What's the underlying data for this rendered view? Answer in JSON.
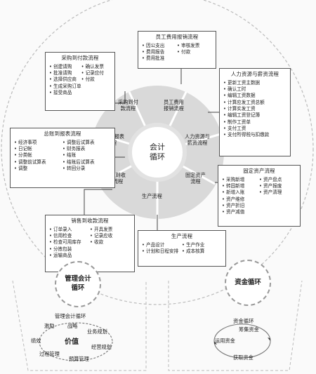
{
  "hub": {
    "line1": "会计",
    "line2": "循环"
  },
  "wheel": {
    "purchase": [
      "采购到付",
      "款流程"
    ],
    "expense": [
      "员工费用",
      "报销流程"
    ],
    "hr": [
      "人力资源与",
      "薪资流程"
    ],
    "asset": [
      "固定资产",
      "流程"
    ],
    "production": [
      "生产流程"
    ],
    "sales": [
      "销售到收",
      "款流程"
    ],
    "report": [
      "总账到报表",
      "流程"
    ]
  },
  "boxes": {
    "expense": {
      "title": "员工费用报销流程",
      "col1": [
        "因公支出",
        "费用报告",
        "费用批准"
      ],
      "col2": [
        "审核发票",
        "付款"
      ]
    },
    "purchase": {
      "title": "采购到付款流程",
      "col1": [
        "创建请购",
        "批准请购",
        "选择供应商",
        "生成采购订单",
        "接受商品"
      ],
      "col2": [
        "确认发票",
        "记录应付",
        "付款"
      ]
    },
    "hr": {
      "title": "人力资源与薪资流程",
      "col1": [
        "更新工资主数据",
        "确认工时",
        "编辑工资数据",
        "计算应发工资总额",
        "计算实发工资",
        "编辑工资登记簿",
        "制作工资单",
        "支付工资",
        "支付所得税与扣缴款"
      ]
    },
    "report": {
      "title": "总账到报表流程",
      "col1": [
        "经济事项",
        "日记帐",
        "分类帐",
        "调整前试算表",
        "调整"
      ],
      "col2": [
        "调整后试算表",
        "财务报表",
        "结账",
        "结账后试算表",
        "转回分录"
      ]
    },
    "asset": {
      "title": "固定资产流程",
      "col1": [
        "采购新增",
        "转固新增",
        "新增入账",
        "资产维修",
        "资产折旧",
        "资产减值"
      ],
      "col2": [
        "资产盘点",
        "资产报废",
        "资产清理"
      ]
    },
    "sales": {
      "title": "销售到收款流程",
      "col1": [
        "订单录入",
        "信用检查",
        "检查可用库存",
        "分拣包装",
        "运输商品"
      ],
      "col2": [
        "开具发票",
        "记录应收",
        "收款"
      ]
    },
    "production": {
      "title": "生产流程",
      "col1": [
        "产品设计",
        "计划和日程安排"
      ],
      "col2": [
        "生产作业",
        "成本核算"
      ]
    }
  },
  "mgmt": {
    "bubble": [
      "管理会计",
      "循环"
    ],
    "title": "管理会计循环",
    "center": "价值",
    "steps": [
      "激励",
      "战略",
      "业务规划",
      "经营规划",
      "预算管理",
      "过程管理",
      "绩效"
    ]
  },
  "fund": {
    "bubble": "资金循环",
    "title": "资金循环",
    "steps": [
      "筹集资金",
      "获取资金",
      "运用资金"
    ]
  }
}
